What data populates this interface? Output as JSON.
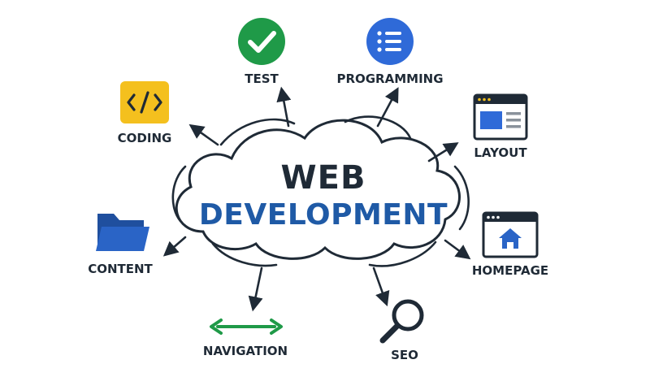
{
  "center": {
    "line1": "WEB",
    "line2": "DEVELOPMENT"
  },
  "nodes": {
    "test": "TEST",
    "programming": "PROGRAMMING",
    "coding": "CODING",
    "layout": "LAYOUT",
    "content": "CONTENT",
    "homepage": "HOMEPAGE",
    "navigation": "NAVIGATION",
    "seo": "SEO"
  },
  "colors": {
    "text_dark": "#1f2a36",
    "title_blue": "#1f5aa6",
    "green": "#1f9a48",
    "blue": "#2f6ad8",
    "yellow": "#f4c01e",
    "folder_blue": "#2a64c6"
  },
  "icons": {
    "test": "check-circle-icon",
    "programming": "list-icon",
    "coding": "code-icon",
    "layout": "browser-layout-icon",
    "content": "folder-icon",
    "homepage": "browser-home-icon",
    "navigation": "double-arrow-icon",
    "seo": "magnifier-icon"
  }
}
